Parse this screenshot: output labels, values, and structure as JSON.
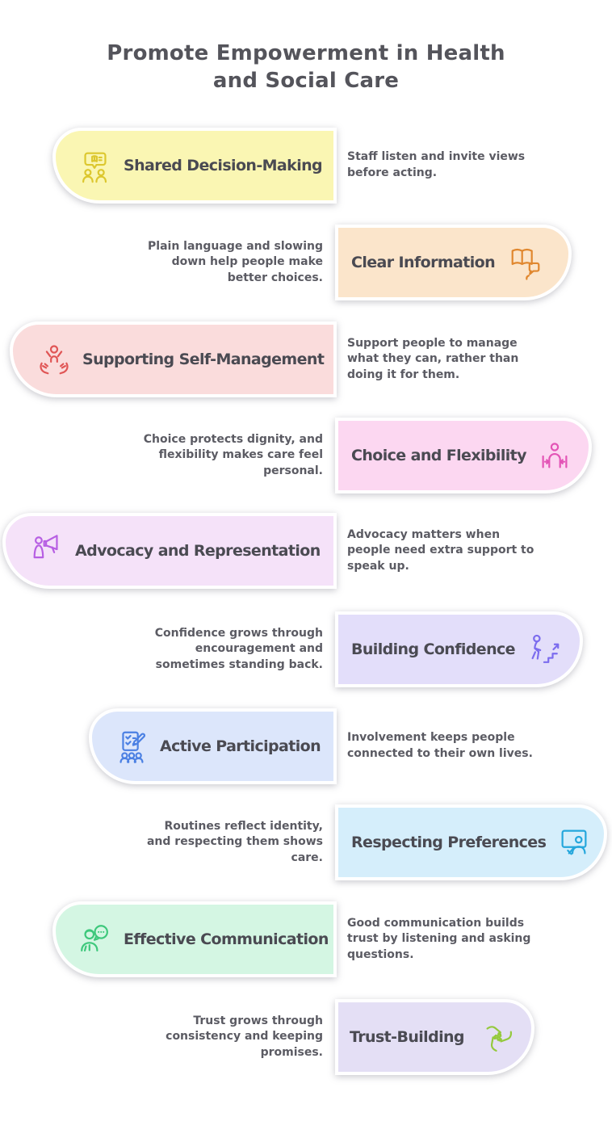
{
  "page": {
    "title_lines": [
      "Promote Empowerment in Health",
      "and Social Care"
    ],
    "title_color": "#54545B",
    "background_color": "#FFFFFF",
    "card_title_color": "#4A4A52",
    "description_color": "#5B5B63"
  },
  "cards": [
    {
      "title": "Shared Decision-Making",
      "description_lines": [
        "Staff listen and invite views",
        "before acting."
      ],
      "side": "left",
      "bg_color": "#FAF6B3",
      "icon_color": "#DCC72E",
      "icon": "people-presentation-icon"
    },
    {
      "title": "Clear Information",
      "description_lines": [
        "Plain language and slowing",
        "down help people make",
        "better choices."
      ],
      "side": "right",
      "bg_color": "#FBE5CB",
      "icon_color": "#E0872E",
      "icon": "book-speech-icon"
    },
    {
      "title": "Supporting Self-Management",
      "description_lines": [
        "Support people to manage",
        "what they can, rather than",
        "doing it for them."
      ],
      "side": "left",
      "bg_color": "#FADCDC",
      "icon_color": "#E05555",
      "icon": "hands-person-icon"
    },
    {
      "title": "Choice and Flexibility",
      "description_lines": [
        "Choice protects dignity, and",
        "flexibility makes care feel",
        "personal."
      ],
      "side": "right",
      "bg_color": "#FCD7F1",
      "icon_color": "#E354B6",
      "icon": "person-arrows-icon"
    },
    {
      "title": "Advocacy and Representation",
      "description_lines": [
        "Advocacy matters when",
        "people need extra support to",
        "speak up."
      ],
      "side": "left",
      "bg_color": "#F5E2F9",
      "icon_color": "#B75FE3",
      "icon": "megaphone-person-icon"
    },
    {
      "title": "Building Confidence",
      "description_lines": [
        "Confidence grows through",
        "encouragement and",
        "sometimes standing back."
      ],
      "side": "right",
      "bg_color": "#E3DEFA",
      "icon_color": "#7C6CEE",
      "icon": "person-stairs-icon"
    },
    {
      "title": "Active Participation",
      "description_lines": [
        "Involvement keeps people",
        "connected to their own lives."
      ],
      "side": "left",
      "bg_color": "#DCE6FB",
      "icon_color": "#4B80E3",
      "icon": "checklist-people-icon"
    },
    {
      "title": "Respecting Preferences",
      "description_lines": [
        "Routines reflect identity,",
        "and respecting them shows",
        "care."
      ],
      "side": "right",
      "bg_color": "#D5EEFB",
      "icon_color": "#25A7DC",
      "icon": "board-person-icon"
    },
    {
      "title": "Effective Communication",
      "description_lines": [
        "Good communication builds",
        "trust by listening and asking",
        "questions."
      ],
      "side": "left",
      "bg_color": "#D4F6E3",
      "icon_color": "#3DC87B",
      "icon": "person-chat-icon"
    },
    {
      "title": "Trust-Building",
      "description_lines": [
        "Trust grows through",
        "consistency and keeping",
        "promises."
      ],
      "side": "right",
      "bg_color": "#E4DFF5",
      "icon_color": "#94C93D",
      "icon": "hands-together-icon"
    }
  ]
}
